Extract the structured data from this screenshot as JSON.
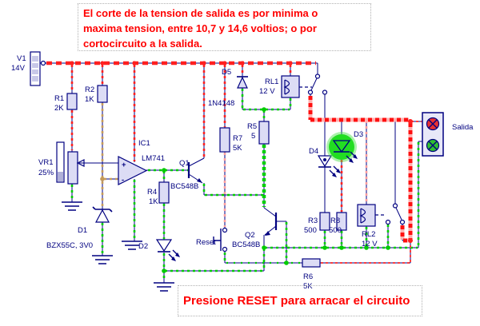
{
  "banner_top": {
    "line1": "El corte de la tension de salida es por minima o",
    "line2": "maxima tension, entre 10,7 y 14,6 voltios; o por",
    "line3": "cortocircuito a la salida."
  },
  "banner_bottom": {
    "text": "Presione RESET para arracar el circuito"
  },
  "labels": {
    "v1_name": "V1",
    "v1_value": "14V",
    "r1_name": "R1",
    "r1_value": "2K",
    "r2_name": "R2",
    "r2_value": "1K",
    "vr1_name": "VR1",
    "vr1_value": "25%",
    "d1_name": "D1",
    "d1_value": "BZX55C, 3V0",
    "ic1_name": "IC1",
    "ic1_value": "LM741",
    "opamp_plus": "+",
    "opamp_minus": "-",
    "r4_name": "R4",
    "r4_value": "1K",
    "d2_name": "D2",
    "q1_name": "Q1",
    "q1_value": "BC548B",
    "d5_name": "D5",
    "d5_value": "1N4148",
    "rl1_name": "RL1",
    "rl1_value": "12 V",
    "r7_name": "R7",
    "r7_value": "5K",
    "r5_name": "R5",
    "r5_value": "5",
    "reset_name": "Reset",
    "q2_name": "Q2",
    "q2_value": "BC548B",
    "d4_name": "D4",
    "d3_name": "D3",
    "r3_name": "R3",
    "r3_value": "500",
    "r8_name": "R8",
    "r8_value": "500",
    "rl2_name": "RL2",
    "rl2_value": "12 V",
    "r6_name": "R6",
    "r6_value": "5K",
    "salida": "Salida"
  },
  "colors": {
    "wire": "#000080",
    "current_positive": "#ff2020",
    "current_ground": "#00cc00",
    "current_mid": "#c49a5a",
    "current_weak": "#ff9e9e",
    "component_fill": "#dcdcf5",
    "led_on": "#22dd22",
    "terminal_red": "#e83030",
    "terminal_green": "#30c030",
    "banner_text": "#ff0000"
  }
}
